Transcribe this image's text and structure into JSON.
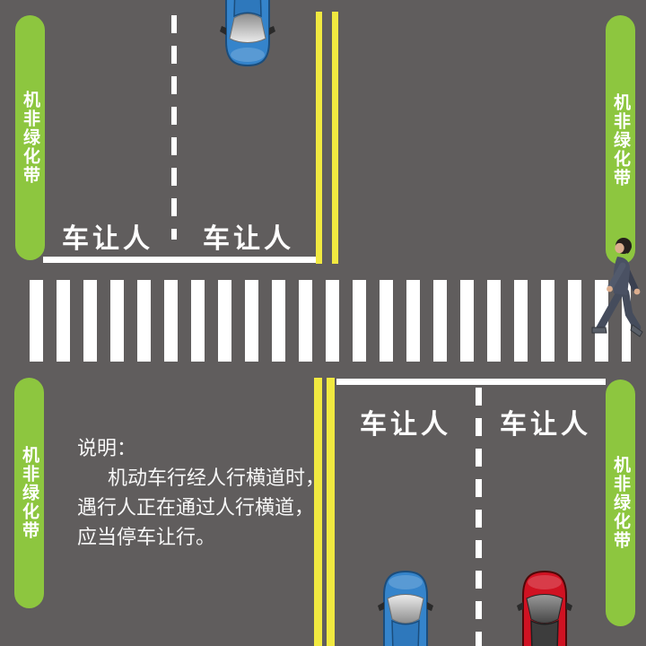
{
  "colors": {
    "road": "#605d5d",
    "green": "#8dc63f",
    "yellow": "#f1e940",
    "white": "#ffffff",
    "carblue": "#3584cb",
    "carred": "#d01222"
  },
  "green_belts": {
    "label": "机非绿化带"
  },
  "markings": {
    "yield_text": "车让人"
  },
  "legend": {
    "lines": [
      "说明：",
      "机动车行经人行横道时，",
      "遇行人正在通过人行横道，",
      "应当停车让行。"
    ]
  },
  "objects": {
    "car_top": "blue-car-heading-down",
    "car_bottom_left": "blue-car-heading-up",
    "car_bottom_right": "red-car-heading-up",
    "pedestrian": "man-walking-left-on-crosswalk"
  }
}
